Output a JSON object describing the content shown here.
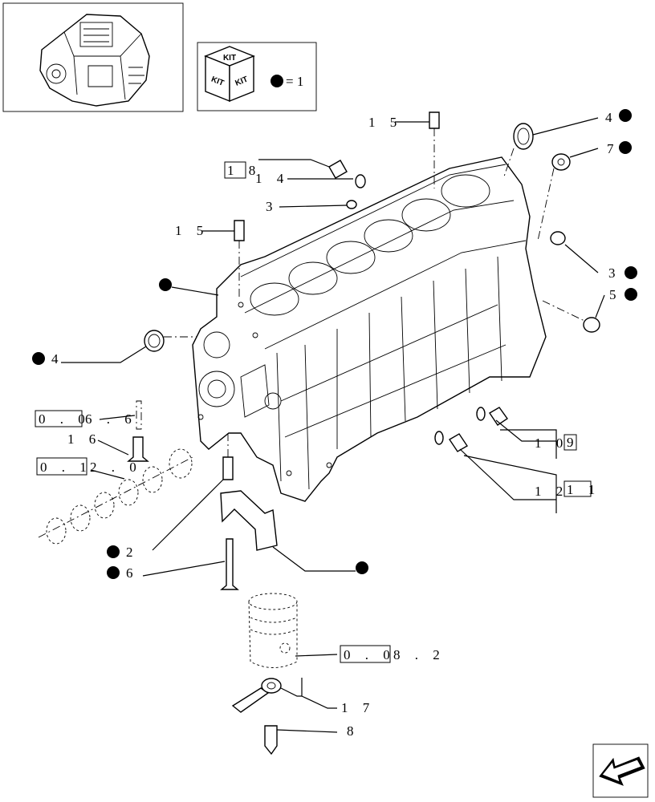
{
  "kit_legend": {
    "badge_top": "KIT",
    "badge_left": "KIT",
    "badge_right": "KIT",
    "equals_text": "= 1"
  },
  "callouts": {
    "c15a": "1 5",
    "c18": "1 8",
    "c14": "1 4",
    "c3a": "3",
    "c15b": "1 5",
    "c4a": "4",
    "c7": "7",
    "c3b": "3",
    "c5": "5",
    "c4b": "4",
    "ref_06_box": "0 . 0",
    "ref_06_tail": "6 . 6",
    "c16": "1 6",
    "ref_12_box": "0 . 1",
    "ref_12_tail": "2 . 0",
    "c10": "1 0",
    "c10_box": "9",
    "c12": "1 2",
    "c12_box": "1 1",
    "c2": "2",
    "c6": "6",
    "ref_08_box": "0 . 0",
    "ref_08_tail": "8 . 2",
    "c17": "1 7",
    "c8": "8"
  }
}
